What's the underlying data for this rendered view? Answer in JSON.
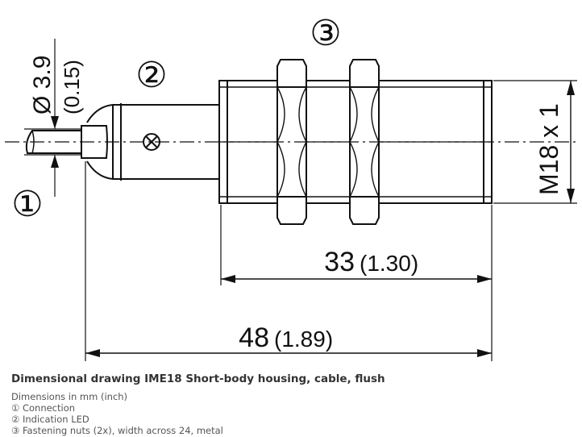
{
  "drawing": {
    "callouts": [
      "①",
      "②",
      "③"
    ],
    "dimensions": {
      "diameter": "Ø 3.9",
      "diameter_inch": "(0.15)",
      "thread": "M18 x 1",
      "length_33": "33",
      "length_33_inch": "(1.30)",
      "length_48": "48",
      "length_48_inch": "(1.89)"
    }
  },
  "caption": {
    "title": "Dimensional drawing IME18 Short-body housing, cable, flush",
    "lines": [
      "Dimensions in mm (inch)",
      "① Connection",
      "② Indication LED",
      "③ Fastening nuts (2x), width across 24, metal"
    ]
  }
}
